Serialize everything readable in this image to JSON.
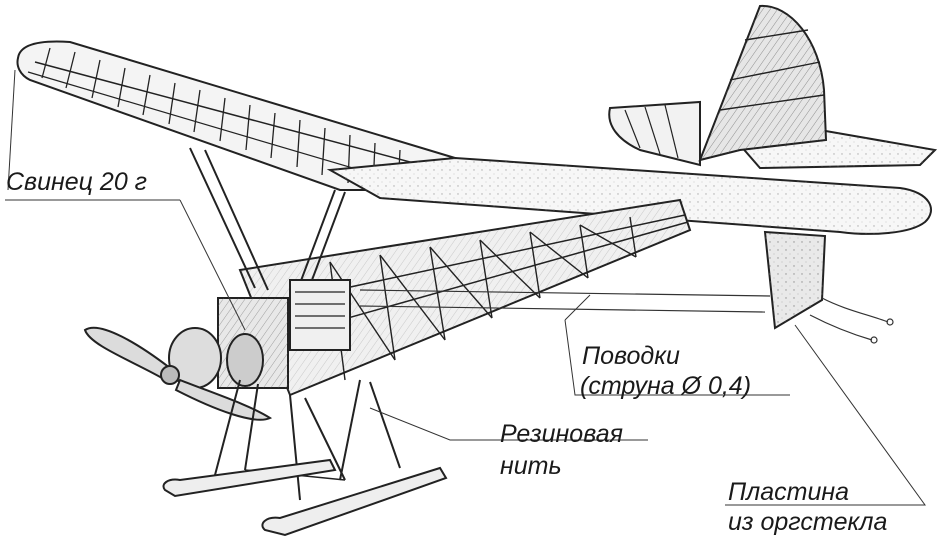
{
  "labels": {
    "lead_weight": "Свинец 20 г",
    "control_lines_1": "Поводки",
    "control_lines_2": "(струна Ø 0,4)",
    "rubber_thread_1": "Резиновая",
    "rubber_thread_2": "нить",
    "plate_1": "Пластина",
    "plate_2": "из оргстекла"
  }
}
